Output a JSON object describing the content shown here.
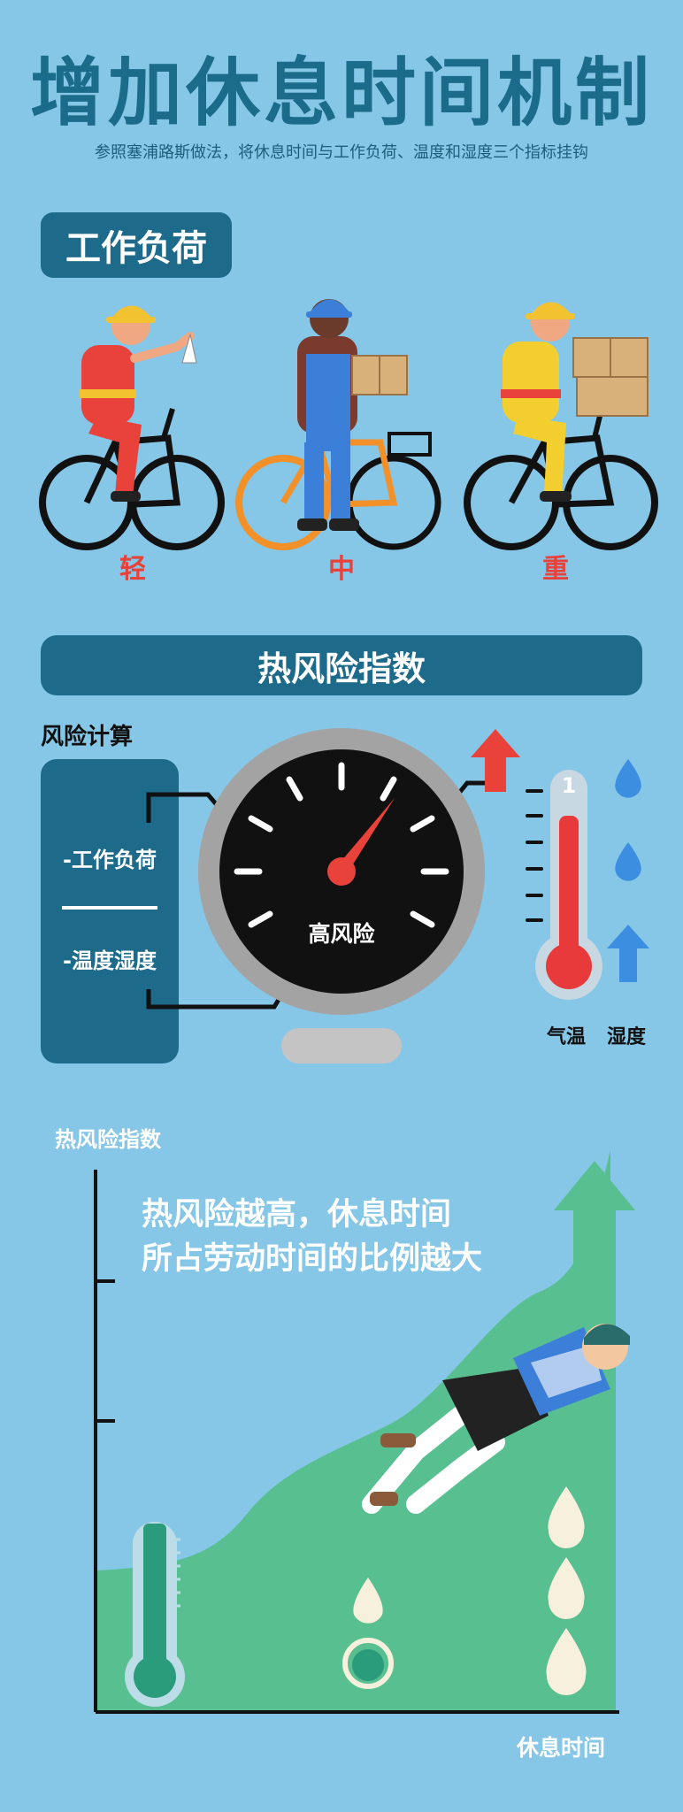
{
  "header": {
    "title": "增加休息时间机制",
    "subtitle": "参照塞浦路斯做法，将休息时间与工作负荷、温度和湿度三个指标挂钩"
  },
  "workload": {
    "heading": "工作负荷",
    "levels": [
      "轻",
      "中",
      "重"
    ]
  },
  "risk_index": {
    "heading": "热风险指数",
    "calc_label": "风险计算",
    "factor_1": "-工作负荷",
    "factor_2": "-温度湿度",
    "gauge_label": "高风险",
    "thermo_number": "1",
    "temp_label": "气温",
    "humidity_label": "湿度"
  },
  "chart_section": {
    "y_label": "热风险指数",
    "x_label": "休息时间",
    "message_line_1": "热风险越高，休息时间",
    "message_line_2": "所占劳动时间的比例越大"
  },
  "colors": {
    "background": "#86c6e7",
    "navy": "#1e6a8a",
    "accent_red": "#e8423a",
    "green_area": "#58bf91",
    "drop_blue": "#3b8ee0"
  }
}
